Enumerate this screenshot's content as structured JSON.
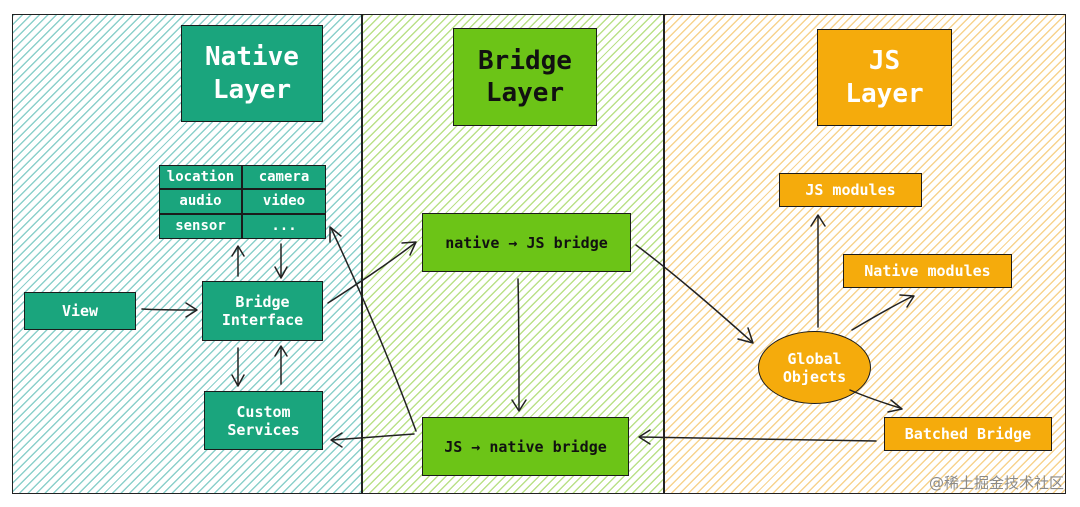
{
  "native_layer": {
    "title": "Native\nLayer",
    "modules": [
      "location",
      "camera",
      "audio",
      "video",
      "sensor",
      "..."
    ],
    "view": "View",
    "bridge_interface": "Bridge\nInterface",
    "custom_services": "Custom\nServices"
  },
  "bridge_layer": {
    "title": "Bridge\nLayer",
    "native_to_js": "native → JS bridge",
    "js_to_native": "JS → native bridge"
  },
  "js_layer": {
    "title": "JS\nLayer",
    "js_modules": "JS modules",
    "native_modules": "Native modules",
    "global_objects": "Global\nObjects",
    "batched_bridge": "Batched Bridge"
  },
  "watermark": "@稀土掘金技术社区",
  "colors": {
    "native": "#1aa57d",
    "bridge": "#6cc417",
    "js": "#f5ab0c"
  }
}
